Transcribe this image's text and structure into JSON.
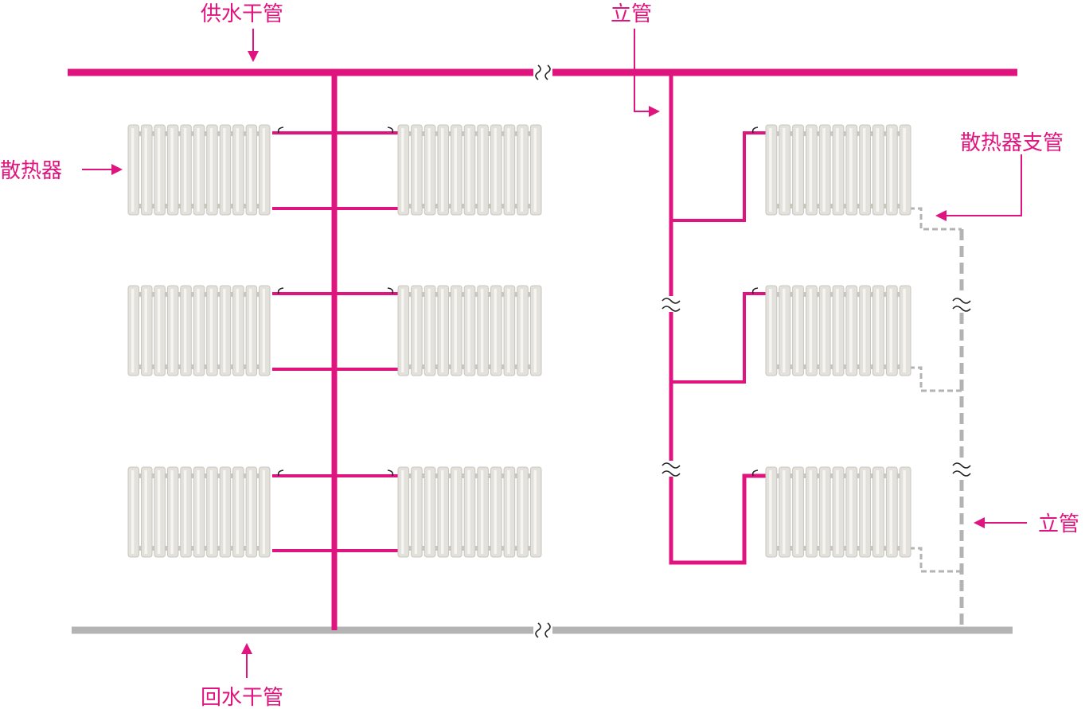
{
  "colors": {
    "supply": "#e0147f",
    "return": "#b3b3b3",
    "radiator_fill": "#e3e1dc",
    "radiator_edge": "#c9c6be",
    "label": "#e0147f"
  },
  "labels": {
    "supply_main": "供水干管",
    "return_main": "回水干管",
    "riser_top": "立管",
    "riser_right": "立管",
    "radiator": "散热器",
    "radiator_branch": "散热器支管"
  },
  "icons": {
    "arrow": "arrow-icon",
    "break": "pipe-break-icon"
  },
  "systems": [
    {
      "name": "double-pipe",
      "floors": 3,
      "radiators_per_floor": 2
    },
    {
      "name": "single-pipe",
      "floors": 3,
      "radiators_per_floor": 1
    }
  ]
}
